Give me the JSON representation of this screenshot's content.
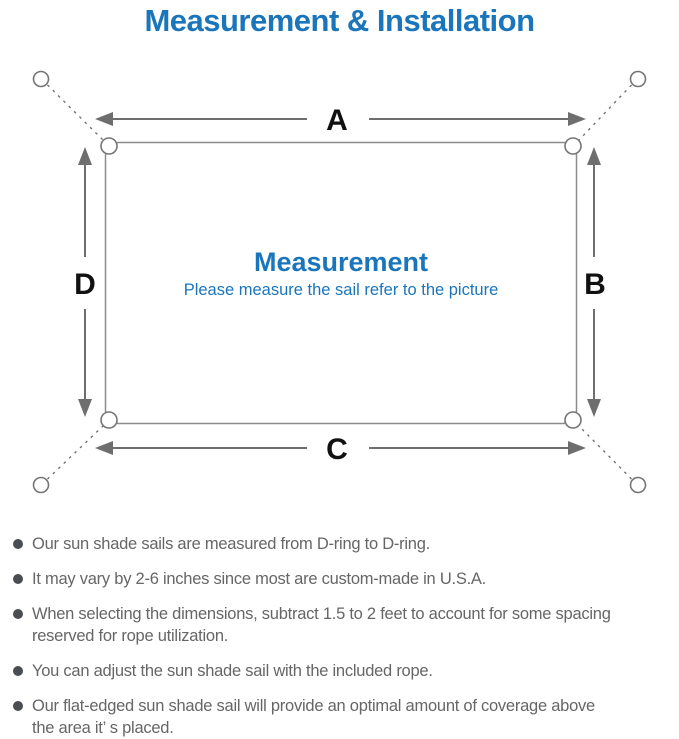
{
  "title": "Measurement & Installation",
  "diagram": {
    "side_labels": {
      "top": "A",
      "right": "B",
      "bottom": "C",
      "left": "D"
    },
    "center_title": "Measurement",
    "center_subtitle": "Please measure the sail refer to the picture"
  },
  "notes": [
    {
      "lines": [
        "Our sun shade sails are measured from D-ring to D-ring."
      ]
    },
    {
      "lines": [
        "It may vary by 2-6 inches since most are custom-made in U.S.A."
      ]
    },
    {
      "lines": [
        "When selecting the dimensions, subtract 1.5 to 2 feet to account for some spacing",
        "reserved for rope utilization."
      ]
    },
    {
      "lines": [
        "You can adjust the sun shade sail with the included rope."
      ]
    },
    {
      "lines": [
        "Our flat-edged sun shade sail will provide an optimal amount of coverage above",
        "the area it’ s placed."
      ]
    }
  ],
  "colors": {
    "accent_blue": "#1B75BB",
    "sail_outline_gray": "#8C8C8C",
    "arrow_gray": "#6E6E6E",
    "label_black": "#111111",
    "note_text_gray": "#666666"
  }
}
